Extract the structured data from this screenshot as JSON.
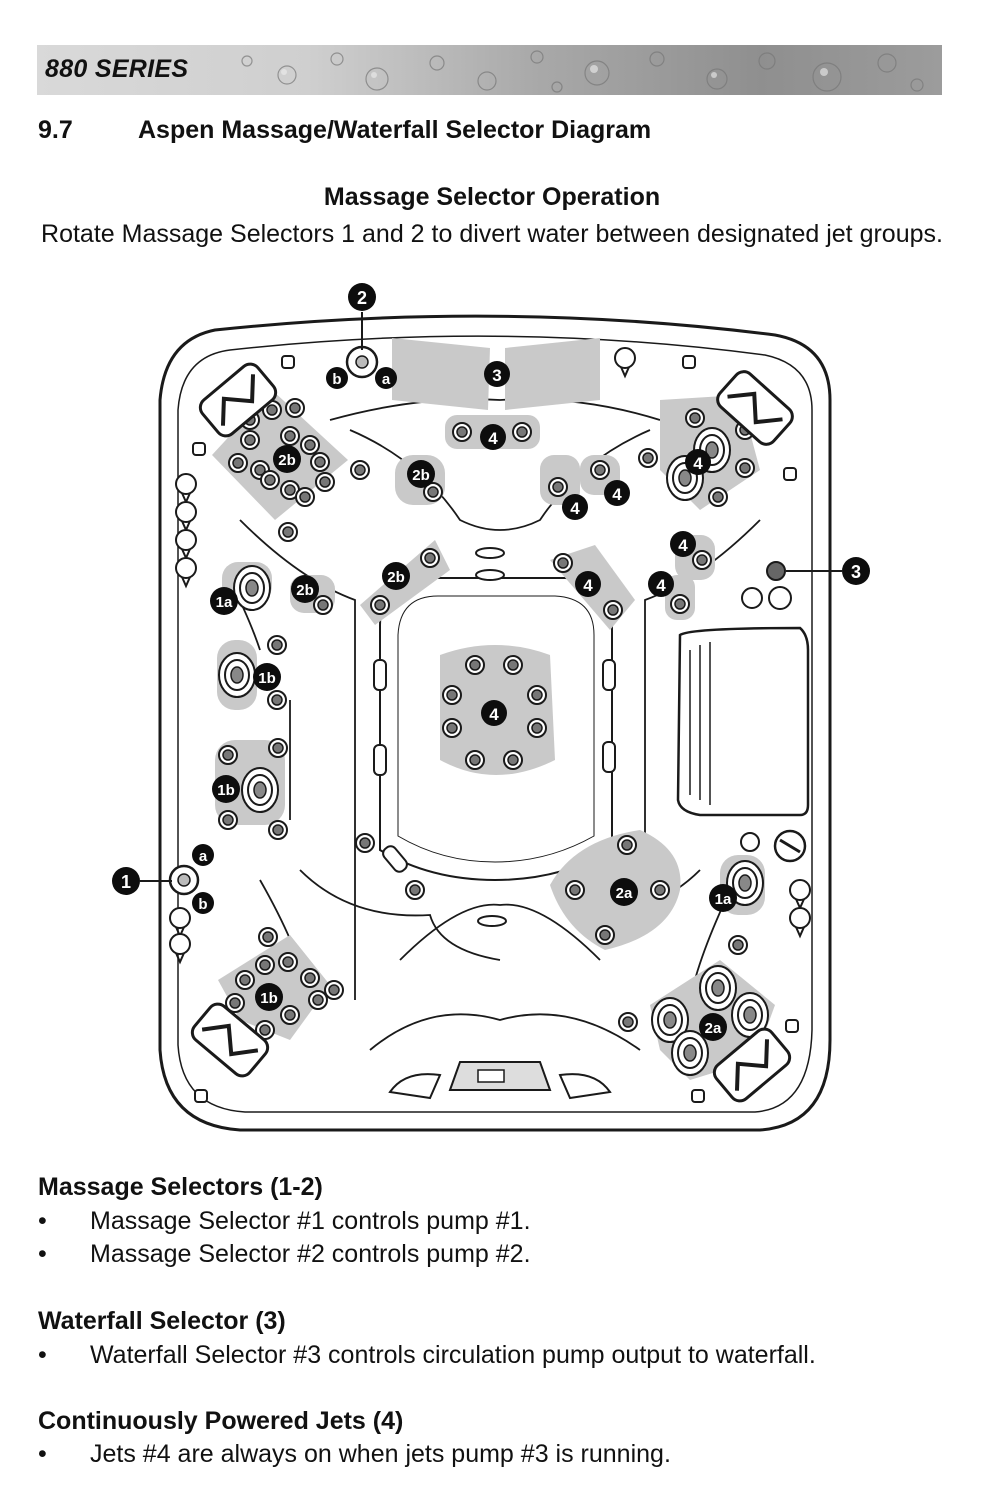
{
  "header": {
    "series": "880 SERIES"
  },
  "section": {
    "number": "9.7",
    "title": "Aspen Massage/Waterfall Selector Diagram"
  },
  "operation": {
    "title": "Massage Selector Operation",
    "text": "Rotate Massage Selectors 1 and 2 to divert water between designated jet groups."
  },
  "diagram": {
    "labels": {
      "sel1": "1",
      "sel2": "2",
      "sel3": "3",
      "a": "a",
      "b": "b",
      "g3": "3",
      "g4": "4",
      "g2b": "2b",
      "g1a": "1a",
      "g1b": "1b",
      "g2a": "2a"
    },
    "colors": {
      "shade": "#c9c9c9",
      "outline": "#1a1a1a",
      "callout": "#0d0d0d"
    }
  },
  "massage_selectors": {
    "heading": "Massage Selectors (1-2)",
    "items": [
      "Massage Selector #1 controls pump #1.",
      "Massage Selector #2 controls pump #2."
    ]
  },
  "waterfall_selector": {
    "heading": "Waterfall Selector (3)",
    "items": [
      "Waterfall Selector #3 controls circulation pump output to waterfall."
    ]
  },
  "continuous_jets": {
    "heading": "Continuously Powered Jets (4)",
    "items": [
      "Jets #4 are always on when jets pump #3 is running."
    ]
  }
}
